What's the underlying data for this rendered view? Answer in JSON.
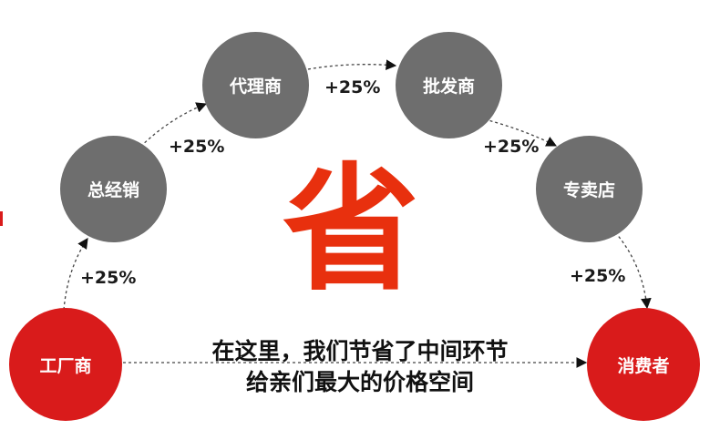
{
  "nodes": {
    "factory": "工厂商",
    "general_distributor": "总经销",
    "agent": "代理商",
    "wholesaler": "批发商",
    "store": "专卖店",
    "consumer": "消费者"
  },
  "markups": [
    "+25%",
    "+25%",
    "+25%",
    "+25%",
    "+25%"
  ],
  "big_char": "省",
  "caption": {
    "line1": "在这里，我们节省了中间环节",
    "line2": "给亲们最大的价格空间"
  },
  "colors": {
    "gray_node": "#6e6e6e",
    "red_node": "#d91b1b",
    "big_char": "#e8300e"
  }
}
